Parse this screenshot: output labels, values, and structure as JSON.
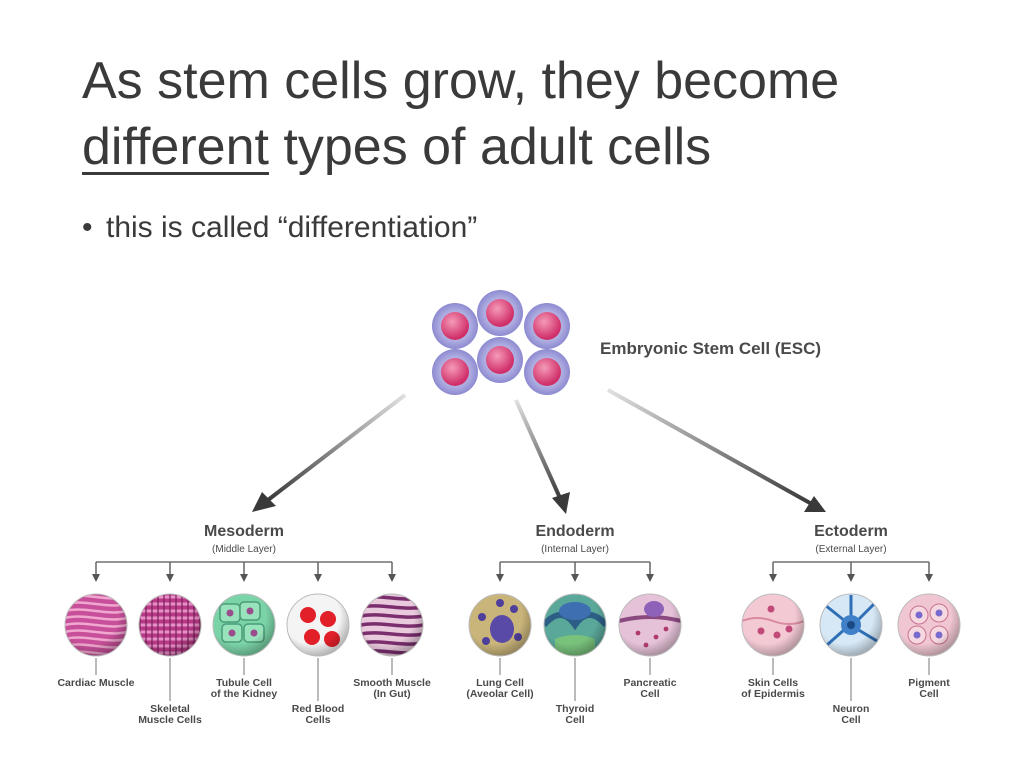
{
  "slide": {
    "title_part1": "As stem cells grow, they become",
    "title_underlined": "different",
    "title_part2": " types of adult cells",
    "bullet": "this is called “differentiation”"
  },
  "diagram": {
    "esc_label": "Embryonic Stem Cell (ESC)",
    "layers": [
      {
        "name": "Mesoderm",
        "sub": "(Middle Layer)",
        "cells": [
          {
            "lines": [
              "Cardiac Muscle"
            ],
            "icon": "cardiac-muscle-cell"
          },
          {
            "lines": [
              "Skeletal",
              "Muscle Cells"
            ],
            "icon": "skeletal-muscle-cell"
          },
          {
            "lines": [
              "Tubule Cell",
              "of the Kidney"
            ],
            "icon": "kidney-tubule-cell"
          },
          {
            "lines": [
              "Red Blood",
              "Cells"
            ],
            "icon": "red-blood-cell"
          },
          {
            "lines": [
              "Smooth Muscle",
              "(In Gut)"
            ],
            "icon": "smooth-muscle-cell"
          }
        ]
      },
      {
        "name": "Endoderm",
        "sub": "(Internal Layer)",
        "cells": [
          {
            "lines": [
              "Lung Cell",
              "(Aveolar Cell)"
            ],
            "icon": "lung-cell"
          },
          {
            "lines": [
              "Thyroid",
              "Cell"
            ],
            "icon": "thyroid-cell"
          },
          {
            "lines": [
              "Pancreatic",
              "Cell"
            ],
            "icon": "pancreatic-cell"
          }
        ]
      },
      {
        "name": "Ectoderm",
        "sub": "(External Layer)",
        "cells": [
          {
            "lines": [
              "Skin Cells",
              "of Epidermis"
            ],
            "icon": "skin-cell"
          },
          {
            "lines": [
              "Neuron",
              "Cell"
            ],
            "icon": "neuron-cell"
          },
          {
            "lines": [
              "Pigment",
              "Cell"
            ],
            "icon": "pigment-cell"
          }
        ]
      }
    ]
  }
}
